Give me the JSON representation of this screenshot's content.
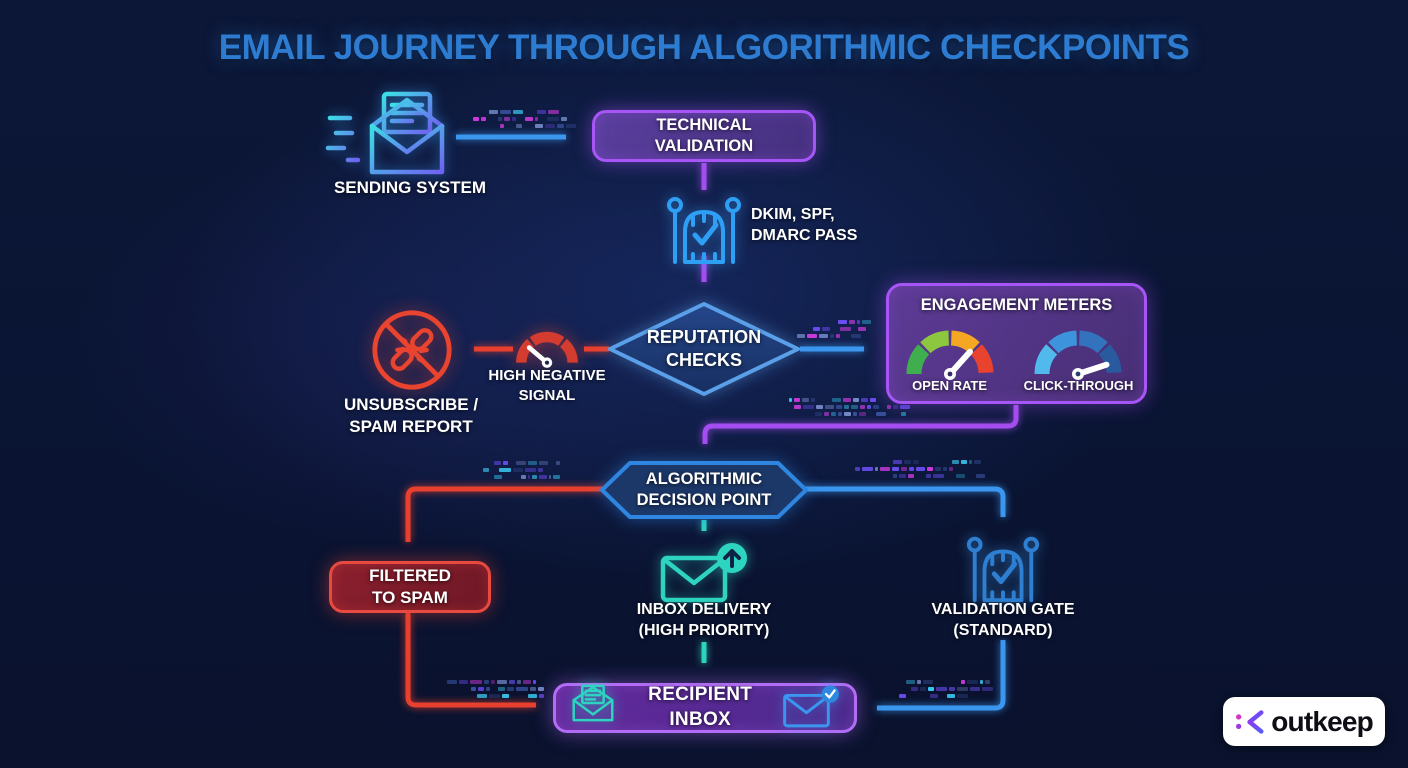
{
  "title": "EMAIL JOURNEY THROUGH ALGORITHMIC CHECKPOINTS",
  "nodes": {
    "sending_system": {
      "label": "SENDING SYSTEM"
    },
    "technical_validation": {
      "line1": "TECHNICAL",
      "line2": "VALIDATION"
    },
    "dkim_note": {
      "line1": "DKIM, SPF,",
      "line2": "DMARC PASS"
    },
    "reputation_checks": {
      "line1": "REPUTATION",
      "line2": "CHECKS"
    },
    "high_negative_signal": {
      "line1": "HIGH NEGATIVE",
      "line2": "SIGNAL"
    },
    "unsubscribe_spam": {
      "line1": "UNSUBSCRIBE /",
      "line2": "SPAM REPORT"
    },
    "engagement_meters": {
      "title": "ENGAGEMENT METERS",
      "gauges": [
        {
          "label": "OPEN RATE"
        },
        {
          "label": "CLICK-THROUGH"
        }
      ]
    },
    "decision_point": {
      "line1": "ALGORITHMIC",
      "line2": "DECISION POINT"
    },
    "filtered_to_spam": {
      "line1": "FILTERED",
      "line2": "TO SPAM"
    },
    "inbox_delivery": {
      "line1": "INBOX DELIVERY",
      "line2": "(HIGH PRIORITY)"
    },
    "validation_gate": {
      "line1": "VALIDATION GATE",
      "line2": "(STANDARD)"
    },
    "recipient_inbox": {
      "label": "RECIPIENT INBOX"
    }
  },
  "logo": {
    "text": "outkeep"
  },
  "palette": {
    "background": "#0a1433",
    "title_blue": "#2e7cd2",
    "connector_blue": "#3b96ef",
    "connector_purple": "#a44df0",
    "connector_red": "#e8402f",
    "connector_teal": "#2dd4bf",
    "purple_border": "#a855f7",
    "gauge_open_rate": [
      "#3fae4e",
      "#8dc63f",
      "#f5a623",
      "#e8432e"
    ],
    "gauge_click_through": [
      "#52b9ec",
      "#3e93dd",
      "#3372bd",
      "#2a5a9e"
    ]
  }
}
